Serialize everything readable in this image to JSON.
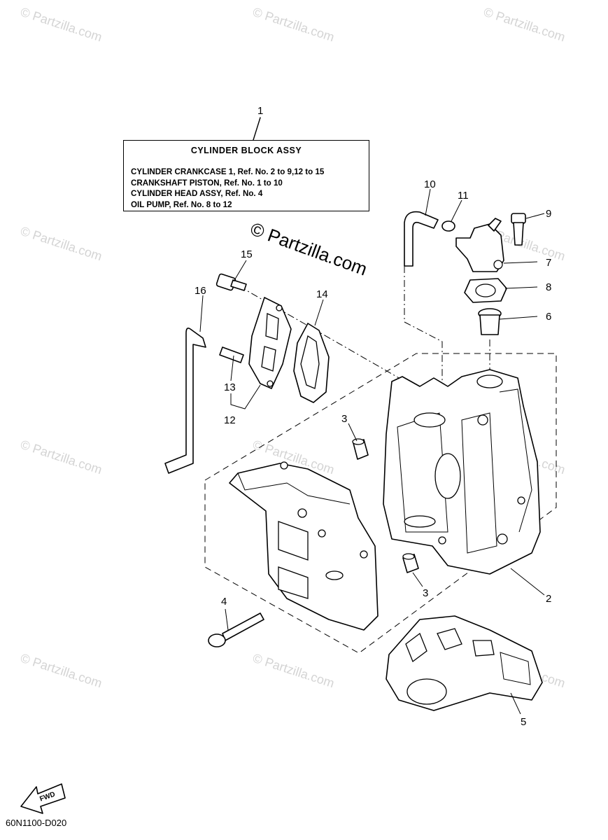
{
  "legend": {
    "title": "CYLINDER BLOCK ASSY",
    "lines": [
      "CYLINDER CRANKCASE 1, Ref. No. 2 to 9,12 to 15",
      "CRANKSHAFT PISTON,   Ref. No. 1 to 10",
      "CYLINDER HEAD ASSY,  Ref. No. 4",
      "OIL PUMP, Ref. No. 8 to 12"
    ]
  },
  "callouts": {
    "c1": "1",
    "c2": "2",
    "c3a": "3",
    "c3b": "3",
    "c4": "4",
    "c5": "5",
    "c6": "6",
    "c7": "7",
    "c8": "8",
    "c9": "9",
    "c10": "10",
    "c11": "11",
    "c12": "12",
    "c13": "13",
    "c14": "14",
    "c15": "15",
    "c16": "16"
  },
  "watermark": {
    "center": "© Partzilla.com",
    "repeat": "© Partzilla.com"
  },
  "fwd_label": "FWD",
  "diagram_code": "60N1100-D020"
}
